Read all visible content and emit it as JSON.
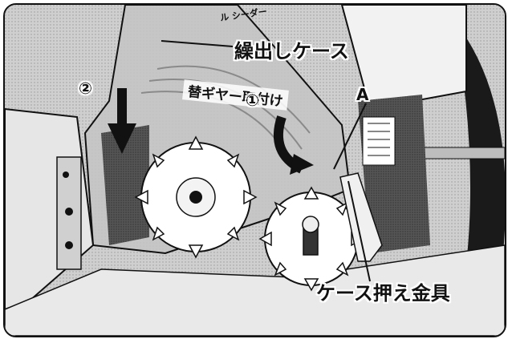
{
  "labels": {
    "case_feed": "繰出しケース",
    "point_a": "A",
    "case_clamp": "ケース押え金具",
    "step_1": "①",
    "step_2": "②",
    "gear_tape": "替ギヤー取付け",
    "sticker_text": "ル シーダー"
  },
  "colors": {
    "outline": "#111111",
    "background": "#d9d9d9",
    "gear": "#ffffff",
    "frame_dark": "#2b2b2b"
  }
}
